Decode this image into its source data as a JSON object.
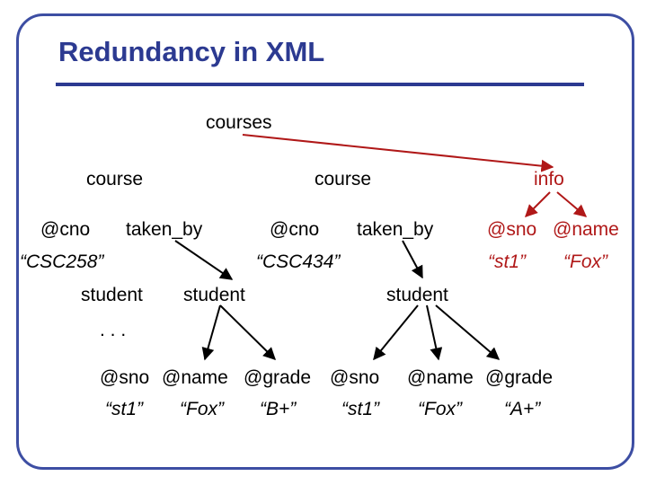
{
  "slide": {
    "title": "Redundancy in XML"
  },
  "colors": {
    "frame": "#3d4ea3",
    "title": "#2c3a91",
    "highlight": "#b01818",
    "text": "#000000"
  },
  "tree": {
    "root": "courses",
    "course1": {
      "label": "course",
      "attr": "@cno",
      "attr_value": "“CSC258”",
      "child": "taken_by",
      "students": [
        "student",
        "student"
      ],
      "ellipsis": ". . ."
    },
    "course2": {
      "label": "course",
      "attr": "@cno",
      "attr_value": "“CSC434”",
      "child": "taken_by",
      "student": "student"
    },
    "info": {
      "label": "info",
      "sno": "@sno",
      "name": "@name",
      "sno_value": "“st1”",
      "name_value": "“Fox”"
    },
    "student_a": {
      "sno": "@sno",
      "name": "@name",
      "grade": "@grade",
      "sno_value": "“st1”",
      "name_value": "“Fox”",
      "grade_value": "“B+”"
    },
    "student_b": {
      "sno": "@sno",
      "name": "@name",
      "grade": "@grade",
      "sno_value": "“st1”",
      "name_value": "“Fox”",
      "grade_value": "“A+”"
    }
  }
}
